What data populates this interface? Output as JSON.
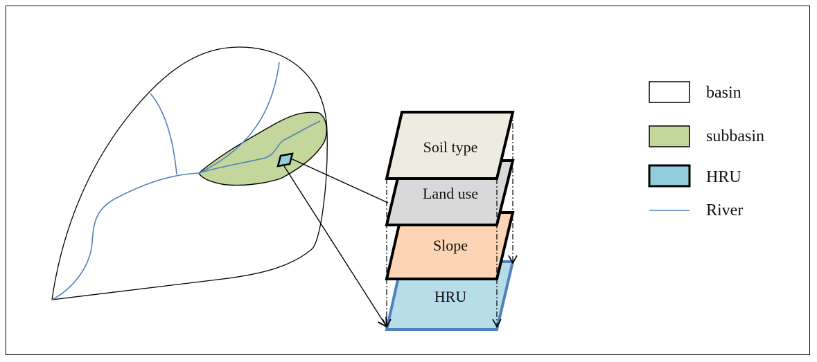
{
  "layers": {
    "soil": {
      "label": "Soil type",
      "fill": "#eeece1"
    },
    "landuse": {
      "label": "Land use",
      "fill": "#d9d9d9"
    },
    "slope": {
      "label": "Slope",
      "fill": "#fbd5b5"
    },
    "hru": {
      "label": "HRU",
      "fill": "#b6dde8",
      "stroke": "#4f81bd"
    }
  },
  "legend": {
    "basin": {
      "label": "basin",
      "fill": "#ffffff"
    },
    "subbasin": {
      "label": "subbasin",
      "fill": "#c3d69b"
    },
    "hru": {
      "label": "HRU",
      "fill": "#92cddc"
    },
    "river": {
      "label": "River",
      "color": "#4f81bd"
    }
  },
  "colors": {
    "river": "#4f81bd",
    "subbasin_fill": "#c3d69b",
    "hru_cell_fill": "#92cddc",
    "outline": "#000000"
  }
}
